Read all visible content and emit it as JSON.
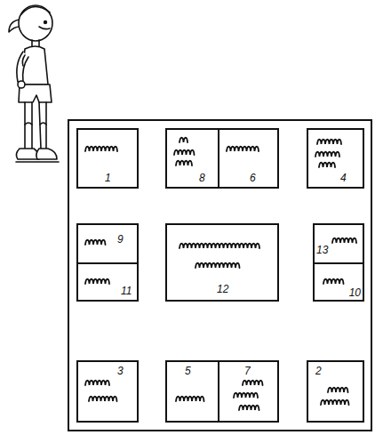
{
  "diagram": {
    "nodes": [
      {
        "text": [
          "1"
        ]
      },
      {
        "text": [
          "8"
        ]
      },
      {
        "text": [
          "6"
        ]
      },
      {
        "text": [
          "4"
        ]
      },
      {
        "text": [
          "9"
        ]
      },
      {
        "text": [
          "12"
        ]
      },
      {
        "text": [
          "13"
        ]
      },
      {
        "text": [
          "11"
        ]
      },
      {
        "text": [
          "10"
        ]
      },
      {
        "text": [
          "3"
        ]
      },
      {
        "text": [
          "5"
        ]
      },
      {
        "text": [
          "7"
        ]
      },
      {
        "text": [
          "2"
        ]
      }
    ]
  }
}
